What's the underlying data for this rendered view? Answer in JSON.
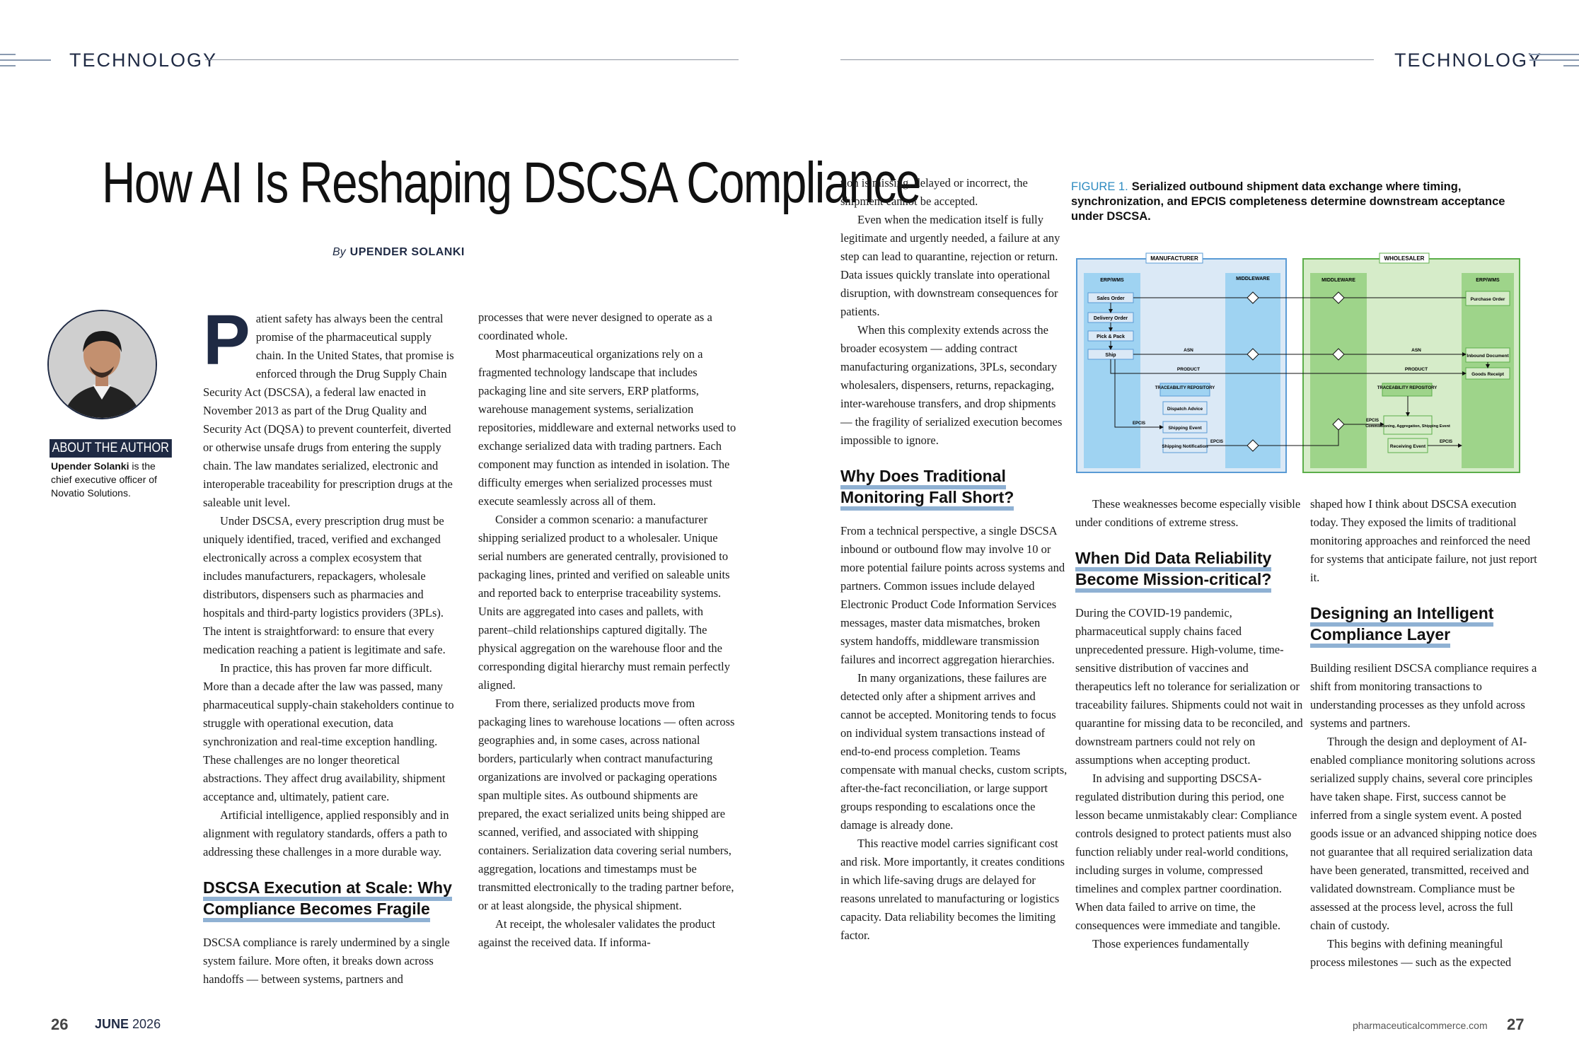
{
  "left_page": {
    "section": "TECHNOLOGY",
    "title": "How AI Is Reshaping DSCSA Compliance",
    "byline_by": "By",
    "byline_author": "UPENDER SOLANKI",
    "about_heading": "ABOUT THE AUTHOR",
    "about_name": "Upender Solanki",
    "about_text": " is the chief executive officer of Novatio Solutions.",
    "col1_dropcap": "P",
    "col1_paragraphs": [
      "atient safety has always been the central promise of the pharmaceutical supply chain. In the United States, that promise is enforced through the Drug Supply Chain Security Act (DSCSA), a federal law enacted in November 2013 as part of the Drug Quality and Security Act (DQSA) to prevent counterfeit, diverted or otherwise unsafe drugs from entering the supply chain. The law mandates serialized, electronic and interoperable traceability for prescription drugs at the saleable unit level.",
      "Under DSCSA, every prescription drug must be uniquely identified, traced, verified and exchanged electronically across a complex ecosystem that includes manufacturers, repackagers, wholesale distributors, dispensers such as pharmacies and hospitals and third-party logistics providers (3PLs). The intent is straightforward: to ensure that every medication reaching a patient is legitimate and safe.",
      "In practice, this has proven far more difficult. More than a decade after the law was passed, many pharmaceutical supply-chain stakeholders continue to struggle with operational execution, data synchronization and real-time exception handling. These challenges are no longer theoretical abstractions. They affect drug availability, shipment acceptance and, ultimately, patient care.",
      "Artificial intelligence, applied responsibly and in alignment with regulatory standards, offers a path to addressing these challenges in a more durable way."
    ],
    "col1_heading": "DSCSA Execution at Scale: Why Compliance Becomes Fragile",
    "col1_after_heading": "DSCSA compliance is rarely undermined by a single system failure. More often, it breaks down across handoffs — between systems, partners and",
    "col2_paragraphs": [
      "processes that were never designed to operate as a coordinated whole.",
      "Most pharmaceutical organizations rely on a fragmented technology landscape that includes packaging line and site servers, ERP platforms, warehouse management systems, serialization repositories, middleware and external networks used to exchange serialized data with trading partners. Each component may function as intended in isolation. The difficulty emerges when serialized processes must execute seamlessly across all of them.",
      "Consider a common scenario: a manufacturer shipping serialized product to a wholesaler. Unique serial numbers are generated centrally, provisioned to packaging lines, printed and verified on saleable units and reported back to enterprise traceability systems. Units are aggregated into cases and pallets, with parent–child relationships captured digitally. The physical aggregation on the warehouse floor and the corresponding digital hierarchy must remain perfectly aligned.",
      "From there, serialized products move from packaging lines to warehouse locations — often across geographies and, in some cases, across national borders, particularly when contract manufacturing organizations are involved or packaging operations span multiple sites. As outbound shipments are prepared, the exact serialized units being shipped are scanned, verified, and associated with shipping containers. Serialization data covering serial numbers, aggregation, locations and timestamps must be transmitted electronically to the trading partner before, or at least alongside, the physical shipment.",
      "At receipt, the wholesaler validates the product against the received data. If informa-"
    ],
    "page_number": "26",
    "month": "JUNE",
    "year": "2026"
  },
  "right_page": {
    "section": "TECHNOLOGY",
    "col3_paragraphs": [
      "tion is missing, delayed or incorrect, the shipment cannot be accepted.",
      "Even when the medication itself is fully legitimate and urgently needed, a failure at any step can lead to quarantine, rejection or return. Data issues quickly translate into operational disruption, with downstream consequences for patients.",
      "When this complexity extends across the broader ecosystem — adding contract manufacturing organizations, 3PLs, secondary wholesalers, dispensers, returns, repackaging, inter-warehouse transfers, and drop shipments — the fragility of serialized execution becomes impossible to ignore."
    ],
    "col3_heading": "Why Does Traditional Monitoring Fall Short?",
    "col3_after": [
      "From a technical perspective, a single DSCSA inbound or outbound flow may involve 10 or more potential failure points across systems and partners. Common issues include delayed Electronic Product Code Information Services messages, master data mismatches, broken system handoffs, middleware transmission failures and incorrect aggregation hierarchies.",
      "In many organizations, these failures are detected only after a shipment arrives and cannot be accepted. Monitoring tends to focus on individual system transactions instead of end-to-end process completion. Teams compensate with manual checks, custom scripts, after-the-fact reconciliation, or large support groups responding to escalations once the damage is already done.",
      "This reactive model carries significant cost and risk. More importantly, it creates conditions in which life-saving drugs are delayed for reasons unrelated to manufacturing or logistics capacity. Data reliability becomes the limiting factor."
    ],
    "figure_label": "FIGURE 1.",
    "figure_caption": "Serialized outbound shipment data exchange where timing, synchronization, and EPCIS completeness determine downstream acceptance under DSCSA.",
    "col4_paragraphs": [
      "These weaknesses become especially visible under conditions of extreme stress."
    ],
    "col4_heading": "When Did Data Reliability Become Mission-critical?",
    "col4_after": [
      "During the COVID-19 pandemic, pharmaceutical supply chains faced unprecedented pressure. High-volume, time-sensitive distribution of vaccines and therapeutics left no tolerance for serialization or traceability failures. Shipments could not wait in quarantine for missing data to be reconciled, and downstream partners could not rely on assumptions when accepting product.",
      "In advising and supporting DSCSA-regulated distribution during this period, one lesson became unmistakably clear: Compliance controls designed to protect patients must also function reliably under real-world conditions, including surges in volume, compressed timelines and complex partner coordination. When data failed to arrive on time, the consequences were immediate and tangible.",
      "Those experiences fundamentally"
    ],
    "col5_paragraphs": [
      "shaped how I think about DSCSA execution today. They exposed the limits of traditional monitoring approaches and reinforced the need for systems that anticipate failure, not just report it."
    ],
    "col5_heading": "Designing an Intelligent Compliance Layer",
    "col5_after": [
      "Building resilient DSCSA compliance requires a shift from monitoring transactions to understanding processes as they unfold across systems and partners.",
      "Through the design and deployment of AI-enabled compliance monitoring solutions across serialized supply chains, several core principles have taken shape. First, success cannot be inferred from a single system event. A posted goods issue or an advanced shipping notice does not guarantee that all required serialization data have been generated, transmitted, received and validated downstream. Compliance must be assessed at the process level, across the full chain of custody.",
      "This begins with defining meaningful process milestones — such as the expected"
    ],
    "website": "pharmaceuticalcommerce.com",
    "page_number": "27"
  },
  "diagram": {
    "manufacturer": "MANUFACTURER",
    "wholesaler": "WHOLESALER",
    "erp_wms": "ERP/WMS",
    "middleware": "MIDDLEWARE",
    "mfg_steps": [
      "Sales Order",
      "Delivery Order",
      "Pick & Pack",
      "Ship"
    ],
    "traceability_repository": "TRACEABILITY REPOSITORY",
    "mfg_trace_items": [
      "Dispatch Advice",
      "Shipping Event",
      "Shipping Notification"
    ],
    "whs_steps": [
      "Purchase Order",
      "Inbound Document",
      "Goods Receipt"
    ],
    "whs_trace_items": [
      "Commissioning, Aggregation, Shipping Event",
      "Receiving Event"
    ],
    "asn": "ASN",
    "product": "PRODUCT",
    "epcis": "EPCIS",
    "colors": {
      "mfg_bg": "#dbe9f6",
      "mfg_border": "#5a9bd5",
      "mfg_lane": "#9fd3f2",
      "whs_bg": "#d6ecc9",
      "whs_border": "#5cae4a",
      "whs_lane": "#9ed48a"
    }
  }
}
